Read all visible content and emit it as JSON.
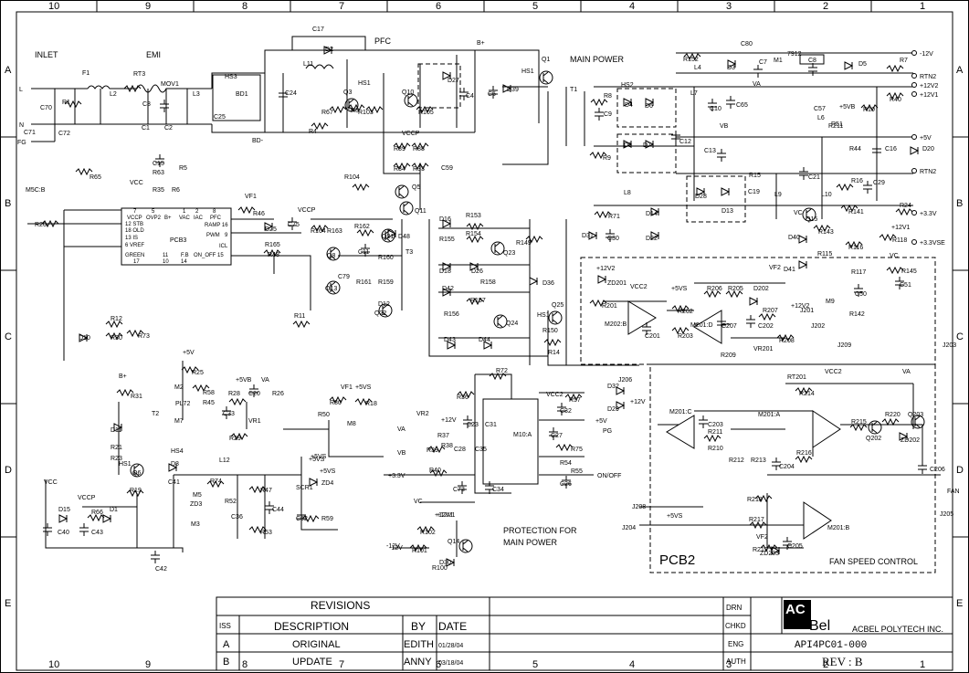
{
  "grid": {
    "columns": [
      "10",
      "9",
      "8",
      "7",
      "6",
      "5",
      "4",
      "3",
      "2",
      "1"
    ],
    "rows": [
      "A",
      "B",
      "C",
      "D",
      "E"
    ]
  },
  "sections": {
    "inlet": "INLET",
    "emi": "EMI",
    "pfc": "PFC",
    "main_power": "MAIN POWER",
    "protection": [
      "PROTECTION FOR",
      "MAIN POWER"
    ],
    "fan_speed": "FAN SPEED CONTROL",
    "pcb2": "PCB2",
    "pcb3": "PCB3"
  },
  "components": [
    {
      "id": "c1",
      "t": "L"
    },
    {
      "id": "c2",
      "t": "N"
    },
    {
      "id": "c3",
      "t": "FG"
    },
    {
      "id": "c4",
      "t": "C70"
    },
    {
      "id": "c5",
      "t": "R1"
    },
    {
      "id": "c6",
      "t": "C71"
    },
    {
      "id": "c7",
      "t": "C72"
    },
    {
      "id": "c8",
      "t": "F1"
    },
    {
      "id": "c9",
      "t": "RT3"
    },
    {
      "id": "c10",
      "t": "L2"
    },
    {
      "id": "c11",
      "t": "MOV1"
    },
    {
      "id": "c12",
      "t": "C3"
    },
    {
      "id": "c13",
      "t": "C1"
    },
    {
      "id": "c14",
      "t": "C2"
    },
    {
      "id": "c15",
      "t": "L3"
    },
    {
      "id": "c16",
      "t": "HS3"
    },
    {
      "id": "c17",
      "t": "BD1"
    },
    {
      "id": "c18",
      "t": "C25"
    },
    {
      "id": "c19",
      "t": "C24"
    },
    {
      "id": "c20",
      "t": "C17"
    },
    {
      "id": "c21",
      "t": "D2"
    },
    {
      "id": "c22",
      "t": "L11"
    },
    {
      "id": "c23",
      "t": "R4"
    },
    {
      "id": "c24",
      "t": "R67"
    },
    {
      "id": "c25",
      "t": "Q3"
    },
    {
      "id": "c26",
      "t": "HS1"
    },
    {
      "id": "c27",
      "t": "R3"
    },
    {
      "id": "c28",
      "t": "R103"
    },
    {
      "id": "c29",
      "t": "Q10"
    },
    {
      "id": "c30",
      "t": "R105"
    },
    {
      "id": "c31",
      "t": "D27"
    },
    {
      "id": "c32",
      "t": "C4"
    },
    {
      "id": "c33",
      "t": "C5"
    },
    {
      "id": "c34",
      "t": "B+"
    },
    {
      "id": "c35",
      "t": "D39"
    },
    {
      "id": "c36",
      "t": "Q1"
    },
    {
      "id": "c37",
      "t": "HS1"
    },
    {
      "id": "c38",
      "t": "VCCP"
    },
    {
      "id": "c39",
      "t": "R89"
    },
    {
      "id": "c40",
      "t": "R88"
    },
    {
      "id": "c41",
      "t": "R34"
    },
    {
      "id": "c42",
      "t": "R33"
    },
    {
      "id": "c43",
      "t": "C59"
    },
    {
      "id": "c44",
      "t": "Q5"
    },
    {
      "id": "c45",
      "t": "R104"
    },
    {
      "id": "c46",
      "t": "Q11"
    },
    {
      "id": "c47",
      "t": "BD-"
    },
    {
      "id": "c48",
      "t": "C15"
    },
    {
      "id": "c49",
      "t": "R63"
    },
    {
      "id": "c50",
      "t": "R5"
    },
    {
      "id": "c51",
      "t": "R35"
    },
    {
      "id": "c52",
      "t": "R6"
    },
    {
      "id": "c53",
      "t": "R65"
    },
    {
      "id": "c54",
      "t": "M5C:B"
    },
    {
      "id": "c55",
      "t": "R20"
    },
    {
      "id": "c56",
      "t": "VCC"
    },
    {
      "id": "c57",
      "t": "R46"
    },
    {
      "id": "c58",
      "t": "VF1"
    },
    {
      "id": "c59",
      "t": "D25"
    },
    {
      "id": "c60",
      "t": "R165"
    },
    {
      "id": "c61",
      "t": "R48"
    },
    {
      "id": "c62",
      "t": "VCCP"
    },
    {
      "id": "c63",
      "t": "C75"
    },
    {
      "id": "c64",
      "t": "R164"
    },
    {
      "id": "c65",
      "t": "R163"
    },
    {
      "id": "c66",
      "t": "Q8"
    },
    {
      "id": "c67",
      "t": "R162"
    },
    {
      "id": "c68",
      "t": "C11"
    },
    {
      "id": "c69",
      "t": "Q13"
    },
    {
      "id": "c70",
      "t": "C79"
    },
    {
      "id": "c71",
      "t": "R161"
    },
    {
      "id": "c72",
      "t": "R160"
    },
    {
      "id": "c73",
      "t": "R159"
    },
    {
      "id": "c74",
      "t": "D12"
    },
    {
      "id": "c75",
      "t": "Q22"
    },
    {
      "id": "c76",
      "t": "Q21"
    },
    {
      "id": "c77",
      "t": "D48"
    },
    {
      "id": "c78",
      "t": "T3"
    },
    {
      "id": "c79",
      "t": "D16"
    },
    {
      "id": "c80",
      "t": "R153"
    },
    {
      "id": "c81",
      "t": "R155"
    },
    {
      "id": "c82",
      "t": "R154"
    },
    {
      "id": "c83",
      "t": "Q23"
    },
    {
      "id": "c84",
      "t": "D18"
    },
    {
      "id": "c85",
      "t": "D26"
    },
    {
      "id": "c86",
      "t": "R149"
    },
    {
      "id": "c87",
      "t": "D36"
    },
    {
      "id": "c88",
      "t": "D42"
    },
    {
      "id": "c89",
      "t": "R158"
    },
    {
      "id": "c90",
      "t": "R157"
    },
    {
      "id": "c91",
      "t": "R156"
    },
    {
      "id": "c92",
      "t": "Q25"
    },
    {
      "id": "c93",
      "t": "HS1"
    },
    {
      "id": "c94",
      "t": "Q24"
    },
    {
      "id": "c95",
      "t": "R150"
    },
    {
      "id": "c96",
      "t": "D43"
    },
    {
      "id": "c97",
      "t": "D44"
    },
    {
      "id": "c98",
      "t": "R14"
    },
    {
      "id": "c99",
      "t": "R12"
    },
    {
      "id": "c100",
      "t": "D10"
    },
    {
      "id": "c101",
      "t": "R30"
    },
    {
      "id": "c102",
      "t": "R73"
    },
    {
      "id": "c103",
      "t": "R11"
    },
    {
      "id": "c104",
      "t": "B+"
    },
    {
      "id": "c105",
      "t": "R31"
    },
    {
      "id": "c106",
      "t": "D11"
    },
    {
      "id": "c107",
      "t": "T2"
    },
    {
      "id": "c108",
      "t": "R21"
    },
    {
      "id": "c109",
      "t": "R23"
    },
    {
      "id": "c110",
      "t": "HS1"
    },
    {
      "id": "c111",
      "t": "Q6"
    },
    {
      "id": "c112",
      "t": "R19"
    },
    {
      "id": "c113",
      "t": "+5V"
    },
    {
      "id": "c114",
      "t": "R25"
    },
    {
      "id": "c115",
      "t": "M2"
    },
    {
      "id": "c116",
      "t": "R58"
    },
    {
      "id": "c117",
      "t": "R45"
    },
    {
      "id": "c118",
      "t": "PL72"
    },
    {
      "id": "c119",
      "t": "M7"
    },
    {
      "id": "c120",
      "t": "C33"
    },
    {
      "id": "c121",
      "t": "+5VB"
    },
    {
      "id": "c122",
      "t": "VA"
    },
    {
      "id": "c123",
      "t": "R28"
    },
    {
      "id": "c124",
      "t": "C20"
    },
    {
      "id": "c125",
      "t": "R26"
    },
    {
      "id": "c126",
      "t": "VR1"
    },
    {
      "id": "c127",
      "t": "R29"
    },
    {
      "id": "c128",
      "t": "VF1"
    },
    {
      "id": "c129",
      "t": "+5VS"
    },
    {
      "id": "c130",
      "t": "R80"
    },
    {
      "id": "c131",
      "t": "R18"
    },
    {
      "id": "c132",
      "t": "R50"
    },
    {
      "id": "c133",
      "t": "M8"
    },
    {
      "id": "c134",
      "t": "HS4"
    },
    {
      "id": "c135",
      "t": "L12"
    },
    {
      "id": "c136",
      "t": "D8"
    },
    {
      "id": "c137",
      "t": "C41"
    },
    {
      "id": "c138",
      "t": "R74"
    },
    {
      "id": "c139",
      "t": "M5"
    },
    {
      "id": "c140",
      "t": "ZD3"
    },
    {
      "id": "c141",
      "t": "R52"
    },
    {
      "id": "c142",
      "t": "M3"
    },
    {
      "id": "c143",
      "t": "C36"
    },
    {
      "id": "c144",
      "t": "R47"
    },
    {
      "id": "c145",
      "t": "C44"
    },
    {
      "id": "c146",
      "t": "R53"
    },
    {
      "id": "c147",
      "t": "+5VS"
    },
    {
      "id": "c148",
      "t": "+5VS"
    },
    {
      "id": "c149",
      "t": "SCR1"
    },
    {
      "id": "c150",
      "t": "ZD4"
    },
    {
      "id": "c151",
      "t": "C52"
    },
    {
      "id": "c152",
      "t": "R59"
    },
    {
      "id": "c153",
      "t": "VCC"
    },
    {
      "id": "c154",
      "t": "VCCP"
    },
    {
      "id": "c155",
      "t": "D15"
    },
    {
      "id": "c156",
      "t": "R66"
    },
    {
      "id": "c157",
      "t": "D1"
    },
    {
      "id": "c158",
      "t": "C40"
    },
    {
      "id": "c159",
      "t": "C43"
    },
    {
      "id": "c160",
      "t": "C42"
    },
    {
      "id": "c161",
      "t": "R72"
    },
    {
      "id": "c162",
      "t": "R36"
    },
    {
      "id": "c163",
      "t": "VR2"
    },
    {
      "id": "c164",
      "t": "R37"
    },
    {
      "id": "c165",
      "t": "R38"
    },
    {
      "id": "c166",
      "t": "R39"
    },
    {
      "id": "c167",
      "t": "C28"
    },
    {
      "id": "c168",
      "t": "C35"
    },
    {
      "id": "c169",
      "t": "C23"
    },
    {
      "id": "c170",
      "t": "C31"
    },
    {
      "id": "c171",
      "t": "M10:A"
    },
    {
      "id": "c172",
      "t": "VCC2"
    },
    {
      "id": "c173",
      "t": "R57"
    },
    {
      "id": "c174",
      "t": "C32"
    },
    {
      "id": "c175",
      "t": "C27"
    },
    {
      "id": "c176",
      "t": "D32"
    },
    {
      "id": "c177",
      "t": "D29"
    },
    {
      "id": "c178",
      "t": "R75"
    },
    {
      "id": "c179",
      "t": "R54"
    },
    {
      "id": "c180",
      "t": "R55"
    },
    {
      "id": "c181",
      "t": "C26"
    },
    {
      "id": "c182",
      "t": "R40"
    },
    {
      "id": "c183",
      "t": "C73"
    },
    {
      "id": "c184",
      "t": "C34"
    },
    {
      "id": "c185",
      "t": "R102"
    },
    {
      "id": "c186",
      "t": "R101"
    },
    {
      "id": "c187",
      "t": "Q14"
    },
    {
      "id": "c188",
      "t": "R100"
    },
    {
      "id": "c189",
      "t": "D30"
    },
    {
      "id": "c190",
      "t": "T1"
    },
    {
      "id": "c191",
      "t": "HS2"
    },
    {
      "id": "c192",
      "t": "R8"
    },
    {
      "id": "c193",
      "t": "C9"
    },
    {
      "id": "c194",
      "t": "D4"
    },
    {
      "id": "c195",
      "t": "D6"
    },
    {
      "id": "c196",
      "t": "D9"
    },
    {
      "id": "c197",
      "t": "D7"
    },
    {
      "id": "c198",
      "t": "R9"
    },
    {
      "id": "c199",
      "t": "L7"
    },
    {
      "id": "c200",
      "t": "C12"
    },
    {
      "id": "c201",
      "t": "C10"
    },
    {
      "id": "c202",
      "t": "C65"
    },
    {
      "id": "c203",
      "t": "VA"
    },
    {
      "id": "c204",
      "t": "R152"
    },
    {
      "id": "c205",
      "t": "L4"
    },
    {
      "id": "c206",
      "t": "D3"
    },
    {
      "id": "c207",
      "t": "C7"
    },
    {
      "id": "c208",
      "t": "C80"
    },
    {
      "id": "c209",
      "t": "M1"
    },
    {
      "id": "c210",
      "t": "7912"
    },
    {
      "id": "c211",
      "t": "C8"
    },
    {
      "id": "c212",
      "t": "D5"
    },
    {
      "id": "c213",
      "t": "R7"
    },
    {
      "id": "c214",
      "t": "R40"
    },
    {
      "id": "c215",
      "t": "VB"
    },
    {
      "id": "c216",
      "t": "C13"
    },
    {
      "id": "c217",
      "t": "R15"
    },
    {
      "id": "c218",
      "t": "C57"
    },
    {
      "id": "c219",
      "t": "L6"
    },
    {
      "id": "c220",
      "t": "R211"
    },
    {
      "id": "c221",
      "t": "+5VB"
    },
    {
      "id": "c222",
      "t": "R51"
    },
    {
      "id": "c223",
      "t": "R10"
    },
    {
      "id": "c224",
      "t": "R44"
    },
    {
      "id": "c225",
      "t": "C16"
    },
    {
      "id": "c226",
      "t": "D20"
    },
    {
      "id": "c227",
      "t": "C21"
    },
    {
      "id": "c228",
      "t": "R16"
    },
    {
      "id": "c229",
      "t": "C29"
    },
    {
      "id": "c230",
      "t": "D28"
    },
    {
      "id": "c231",
      "t": "C19"
    },
    {
      "id": "c232",
      "t": "D13"
    },
    {
      "id": "c233",
      "t": "L8"
    },
    {
      "id": "c234",
      "t": "L9"
    },
    {
      "id": "c235",
      "t": "L10"
    },
    {
      "id": "c236",
      "t": "R141"
    },
    {
      "id": "c237",
      "t": "R24"
    },
    {
      "id": "c238",
      "t": "R71"
    },
    {
      "id": "c239",
      "t": "D14"
    },
    {
      "id": "c240",
      "t": "C30"
    },
    {
      "id": "c241",
      "t": "D31"
    },
    {
      "id": "c242",
      "t": "D22"
    },
    {
      "id": "c243",
      "t": "VC"
    },
    {
      "id": "c244",
      "t": "Q15"
    },
    {
      "id": "c245",
      "t": "D40"
    },
    {
      "id": "c246",
      "t": "R143"
    },
    {
      "id": "c247",
      "t": "R115"
    },
    {
      "id": "c248",
      "t": "R116"
    },
    {
      "id": "c249",
      "t": "+12V1"
    },
    {
      "id": "c250",
      "t": "R118"
    },
    {
      "id": "c251",
      "t": "D41"
    },
    {
      "id": "c252",
      "t": "R117"
    },
    {
      "id": "c253",
      "t": "VC"
    },
    {
      "id": "c254",
      "t": "R145"
    },
    {
      "id": "c255",
      "t": "C50"
    },
    {
      "id": "c256",
      "t": "C51"
    },
    {
      "id": "c257",
      "t": "M9"
    },
    {
      "id": "c258",
      "t": "R142"
    },
    {
      "id": "c259",
      "t": "+12V2"
    },
    {
      "id": "c260",
      "t": "ZD201"
    },
    {
      "id": "c261",
      "t": "VCC2"
    },
    {
      "id": "c262",
      "t": "R201"
    },
    {
      "id": "c263",
      "t": "M202:B"
    },
    {
      "id": "c264",
      "t": "C201"
    },
    {
      "id": "c265",
      "t": "+5VS"
    },
    {
      "id": "c266",
      "t": "R206"
    },
    {
      "id": "c267",
      "t": "R205"
    },
    {
      "id": "c268",
      "t": "D202"
    },
    {
      "id": "c269",
      "t": "VF2"
    },
    {
      "id": "c270",
      "t": "R202"
    },
    {
      "id": "c271",
      "t": "R203"
    },
    {
      "id": "c272",
      "t": "M201:D"
    },
    {
      "id": "c273",
      "t": "C207"
    },
    {
      "id": "c274",
      "t": "R207"
    },
    {
      "id": "c275",
      "t": "C202"
    },
    {
      "id": "c276",
      "t": "VR201"
    },
    {
      "id": "c277",
      "t": "R208"
    },
    {
      "id": "c278",
      "t": "R209"
    },
    {
      "id": "c279",
      "t": "+12V2"
    },
    {
      "id": "c280",
      "t": "J201"
    },
    {
      "id": "c281",
      "t": "J202"
    },
    {
      "id": "c282",
      "t": "J209"
    },
    {
      "id": "c283",
      "t": "J203"
    },
    {
      "id": "c284",
      "t": "J206"
    },
    {
      "id": "c285",
      "t": "VCC2"
    },
    {
      "id": "c286",
      "t": "VA"
    },
    {
      "id": "c287",
      "t": "RT201"
    },
    {
      "id": "c288",
      "t": "R214"
    },
    {
      "id": "c289",
      "t": "M201:C"
    },
    {
      "id": "c290",
      "t": "C203"
    },
    {
      "id": "c291",
      "t": "R211"
    },
    {
      "id": "c292",
      "t": "R210"
    },
    {
      "id": "c293",
      "t": "M201:A"
    },
    {
      "id": "c294",
      "t": "R215"
    },
    {
      "id": "c295",
      "t": "R220"
    },
    {
      "id": "c296",
      "t": "Q203"
    },
    {
      "id": "c297",
      "t": "Q202"
    },
    {
      "id": "c298",
      "t": "ZD202"
    },
    {
      "id": "c299",
      "t": "R212"
    },
    {
      "id": "c300",
      "t": "R213"
    },
    {
      "id": "c301",
      "t": "C204"
    },
    {
      "id": "c302",
      "t": "R216"
    },
    {
      "id": "c303",
      "t": "C206"
    },
    {
      "id": "c304",
      "t": "FAN"
    },
    {
      "id": "c305",
      "t": "R218"
    },
    {
      "id": "c306",
      "t": "R217"
    },
    {
      "id": "c307",
      "t": "M201:B"
    },
    {
      "id": "c308",
      "t": "VF2"
    },
    {
      "id": "c309",
      "t": "R219"
    },
    {
      "id": "c310",
      "t": "ZD203"
    },
    {
      "id": "c311",
      "t": "C205"
    },
    {
      "id": "c312",
      "t": "J205"
    },
    {
      "id": "c313",
      "t": "J208"
    },
    {
      "id": "c314",
      "t": "J204"
    },
    {
      "id": "c315",
      "t": "+5VS"
    },
    {
      "id": "c316",
      "t": "+12V"
    },
    {
      "id": "c317",
      "t": "-12V"
    },
    {
      "id": "c318",
      "t": "+12V1"
    },
    {
      "id": "c319",
      "t": "+5V"
    },
    {
      "id": "c320",
      "t": "PG"
    },
    {
      "id": "c321",
      "t": "ON/OFF"
    },
    {
      "id": "c322",
      "t": "+3.3V"
    },
    {
      "id": "c323",
      "t": "VA"
    },
    {
      "id": "c324",
      "t": "VB"
    },
    {
      "id": "c325",
      "t": "VC"
    },
    {
      "id": "c326",
      "t": "+5VS"
    },
    {
      "id": "c327",
      "t": "-12V"
    },
    {
      "id": "c328",
      "t": "+12V1"
    },
    {
      "id": "c329",
      "t": "+12V"
    }
  ],
  "pcb3_pins": [
    {
      "id": "p1",
      "t": "7"
    },
    {
      "id": "p2",
      "t": "VCCP"
    },
    {
      "id": "p3",
      "t": "OVP2"
    },
    {
      "id": "p4",
      "t": "5"
    },
    {
      "id": "p5",
      "t": "B+"
    },
    {
      "id": "p6",
      "t": "12 STB"
    },
    {
      "id": "p7",
      "t": "18 OLD"
    },
    {
      "id": "p8",
      "t": "13 IS"
    },
    {
      "id": "p9",
      "t": "6 VREF"
    },
    {
      "id": "p10",
      "t": "GREEN"
    },
    {
      "id": "p11",
      "t": "17"
    },
    {
      "id": "p12",
      "t": "1"
    },
    {
      "id": "p13",
      "t": "VAC"
    },
    {
      "id": "p14",
      "t": "2"
    },
    {
      "id": "p15",
      "t": "IAC"
    },
    {
      "id": "p16",
      "t": "8"
    },
    {
      "id": "p17",
      "t": "PFC"
    },
    {
      "id": "p18",
      "t": "RAMP 16"
    },
    {
      "id": "p19",
      "t": "PWM"
    },
    {
      "id": "p20",
      "t": "9"
    },
    {
      "id": "p21",
      "t": "ICL"
    },
    {
      "id": "p22",
      "t": "ON_OFF 15"
    },
    {
      "id": "p23",
      "t": "11"
    },
    {
      "id": "p24",
      "t": "F.B"
    },
    {
      "id": "p25",
      "t": "10"
    },
    {
      "id": "p26",
      "t": "14"
    }
  ],
  "outputs": [
    {
      "id": "o1",
      "t": "-12V"
    },
    {
      "id": "o2",
      "t": "RTN2"
    },
    {
      "id": "o3",
      "t": "+12V2"
    },
    {
      "id": "o4",
      "t": "+12V1"
    },
    {
      "id": "o5",
      "t": "+5V"
    },
    {
      "id": "o6",
      "t": "RTN2"
    },
    {
      "id": "o7",
      "t": "+3.3V"
    },
    {
      "id": "o8",
      "t": "+3.3VSE"
    }
  ],
  "title_block": {
    "revisions": "REVISIONS",
    "headers": [
      "ISS",
      "DESCRIPTION",
      "BY",
      "DATE"
    ],
    "rows": [
      {
        "iss": "A",
        "desc": "ORIGINAL",
        "by": "EDITH",
        "date": "01/28/04"
      },
      {
        "iss": "B",
        "desc": "UPDATE",
        "by": "ANNY",
        "date": "03/18/04"
      }
    ],
    "fields": [
      "DRN",
      "CHKD",
      "ENG",
      "AUTH"
    ],
    "logo_ac": "AC",
    "logo_bel": "Bel",
    "company": "ACBEL POLYTECH INC.",
    "drawing_no": "API4PC01-000",
    "rev": "REV : B"
  }
}
